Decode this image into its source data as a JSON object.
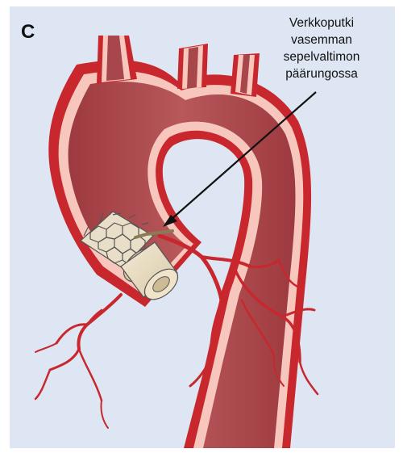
{
  "figure": {
    "panel_letter": "C",
    "callout_lines": [
      "Verkkoputki",
      "vasemman",
      "sepelvaltimon",
      "päärungossa"
    ],
    "colors": {
      "background": "#dde6f2",
      "vessel_outer": "#c8282d",
      "vessel_wall": "#f7c7bd",
      "vessel_lumen": "#a8474b",
      "stent_body": "#e8dcc3",
      "stent_mesh": "#555555",
      "arrow": "#111111"
    },
    "icons": [
      "arrow-icon",
      "stent-icon"
    ]
  }
}
